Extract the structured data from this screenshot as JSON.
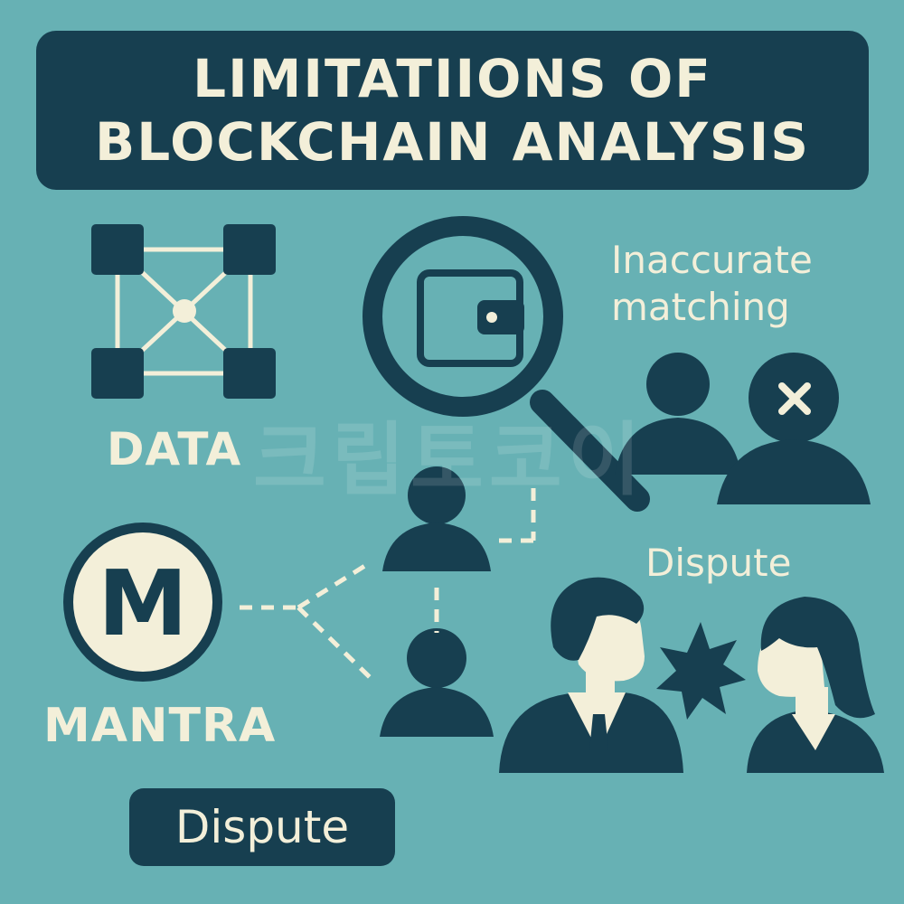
{
  "title": {
    "line1": "LIMITATIIONS OF",
    "line2": "BLOCKCHAIN ANALYSIS"
  },
  "labels": {
    "data": "DATA",
    "mantra": "MANTRA",
    "inaccurate_line1": "Inaccurate",
    "inaccurate_line2": "matching",
    "dispute_right": "Dispute",
    "dispute_box": "Dispute",
    "mantra_logo_letter": "M"
  },
  "watermark": "크립토코이",
  "colors": {
    "background": "#67b1b4",
    "dark": "#173f50",
    "cream": "#f3efd9"
  },
  "icons": [
    "data-network-icon",
    "magnifier-icon",
    "wallet-icon",
    "person-icon",
    "person-x-icon",
    "mantra-logo-icon",
    "businessman-icon",
    "woman-icon",
    "conflict-burst-icon"
  ]
}
